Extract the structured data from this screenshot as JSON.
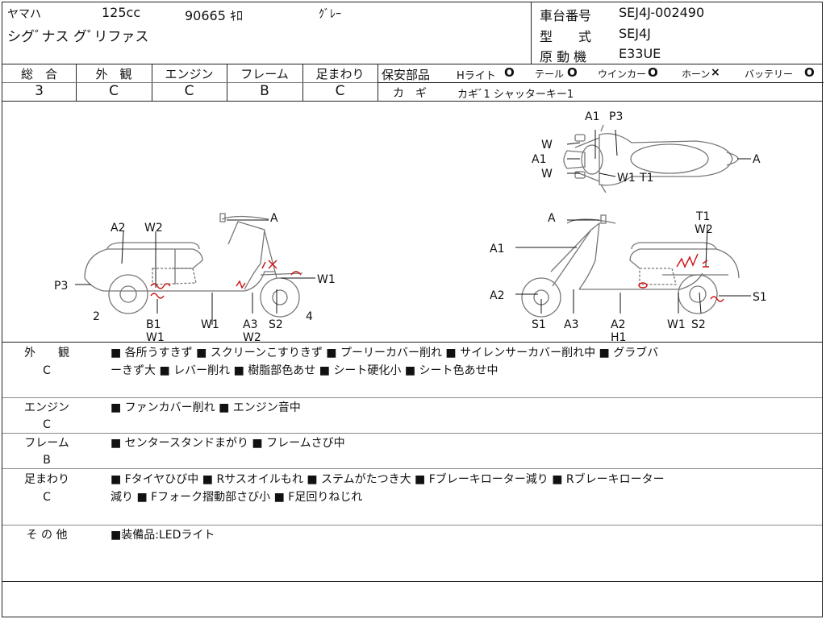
{
  "header": {
    "maker": "ヤマハ",
    "cc": "125cc",
    "mileage": "90665 ｷﾛ",
    "color": "ｸﾞﾚｰ",
    "model_name": "シグﾞナス グﾞリファス",
    "frame_no_label": "車台番号",
    "frame_no": "SEJ4J-002490",
    "type_label": "型　　式",
    "type": "SEJ4J",
    "engine_label": "原 動 機",
    "engine": "E33UE"
  },
  "grades": {
    "headers": [
      "総　合",
      "外　観",
      "エンジン",
      "フレーム",
      "足まわり"
    ],
    "values": [
      "3",
      "C",
      "C",
      "B",
      "C"
    ]
  },
  "safety": {
    "label": "保安部品",
    "items": [
      "Hライト",
      "テール",
      "ウインカー",
      "ホーン",
      "バッテリー"
    ],
    "status": [
      "O",
      "O",
      "O",
      "×",
      "O"
    ],
    "key_label": "カ　ギ",
    "key_value": "カギﾞ1 シャッターキー1"
  },
  "diagram_labels": {
    "top": [
      "A1",
      "P3",
      "W",
      "A1",
      "W",
      "W1",
      "T1",
      "A"
    ],
    "left": [
      "A2",
      "W2",
      "A",
      "P3",
      "W1",
      "2",
      "B1",
      "W1",
      "W1",
      "A3",
      "W2",
      "S2",
      "4"
    ],
    "right": [
      "A",
      "T1",
      "W2",
      "A1",
      "A2",
      "S1",
      "S1",
      "A3",
      "A2",
      "H1",
      "W1",
      "S2"
    ]
  },
  "sections": [
    {
      "label": "外　　観",
      "grade": "C",
      "line1": "■ 各所うすきず ■ スクリーンこすりきず ■ プーリーカバー削れ ■ サイレンサーカバー削れ中 ■ グラブバ",
      "line2": "ーきず大 ■ レバー削れ ■ 樹脂部色あせ ■ シート硬化小 ■ シート色あせ中"
    },
    {
      "label": "エンジン",
      "grade": "C",
      "line1": "■ ファンカバー削れ ■ エンジン音中",
      "line2": ""
    },
    {
      "label": "フレーム",
      "grade": "B",
      "line1": "■ センタースタンドまがり ■ フレームさび中",
      "line2": ""
    },
    {
      "label": "足まわり",
      "grade": "C",
      "line1": "■ Fタイヤひび中 ■ Rサスオイルもれ ■ ステムがたつき大 ■ Fブレーキローター減り ■ Rブレーキローター",
      "line2": "減り ■ Fフォーク摺動部さび小 ■ F足回りねじれ"
    },
    {
      "label": "そ の 他",
      "grade": "",
      "line1": "■装備品:LEDライト",
      "line2": ""
    }
  ],
  "colors": {
    "ink": "#111111",
    "marks": "#cc1111",
    "bike": "#777777"
  }
}
